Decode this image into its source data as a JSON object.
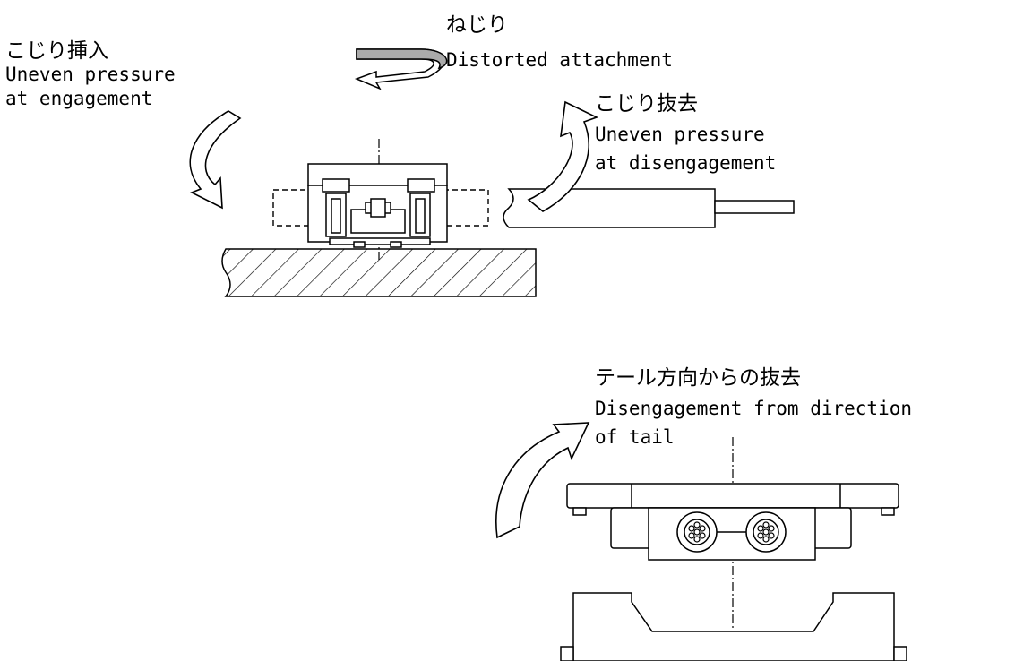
{
  "labels": {
    "kojiri_insert_jp": "こじり挿入",
    "kojiri_insert_en_1": "Uneven pressure",
    "kojiri_insert_en_2": "at engagement",
    "nejiri_jp": "ねじり",
    "nejiri_en": "Distorted attachment",
    "kojiri_extract_jp": "こじり抜去",
    "kojiri_extract_en_1": "Uneven pressure",
    "kojiri_extract_en_2": "at disengagement",
    "tail_extract_jp": "テール方向からの抜去",
    "tail_extract_en_1": "Disengagement from direction",
    "tail_extract_en_2": "of tail"
  },
  "colors": {
    "line": "#000000",
    "twist_arrow_fill": "#aaaaaa",
    "background": "#ffffff"
  }
}
